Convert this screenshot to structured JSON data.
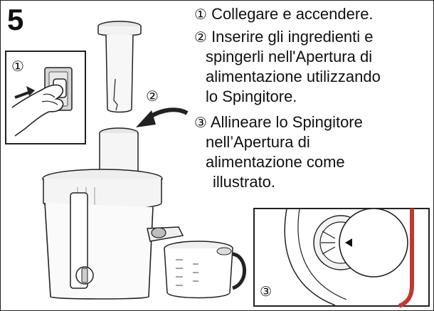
{
  "step": {
    "number": "5"
  },
  "instructions": {
    "marker_1": "①",
    "line_1": "Collegare e accendere.",
    "marker_2": "②",
    "line_2a": "Inserire gli ingredienti e",
    "line_2b": "spingerli nell'Apertura di",
    "line_2c": "alimentazione utilizzando",
    "line_2d": "lo Spingitore.",
    "marker_3": "③",
    "line_3a": "Allineare lo Spingitore",
    "line_3b": "nell’Apertura di",
    "line_3c": "alimentazione come",
    "line_3d": "illustrato."
  },
  "illustration_labels": {
    "inset_plug": "①",
    "pusher_callout": "②",
    "inset_alignment": "③"
  },
  "icons": {
    "plug_inset": "hand-plugging-into-socket-icon",
    "pusher": "food-pusher-icon",
    "arrow": "curved-arrow-icon",
    "appliance": "juicer-icon",
    "jug": "juice-jug-icon",
    "alignment": "pusher-alignment-detail-icon"
  },
  "colors": {
    "line": "#222222",
    "accent_red": "#c0392b"
  }
}
